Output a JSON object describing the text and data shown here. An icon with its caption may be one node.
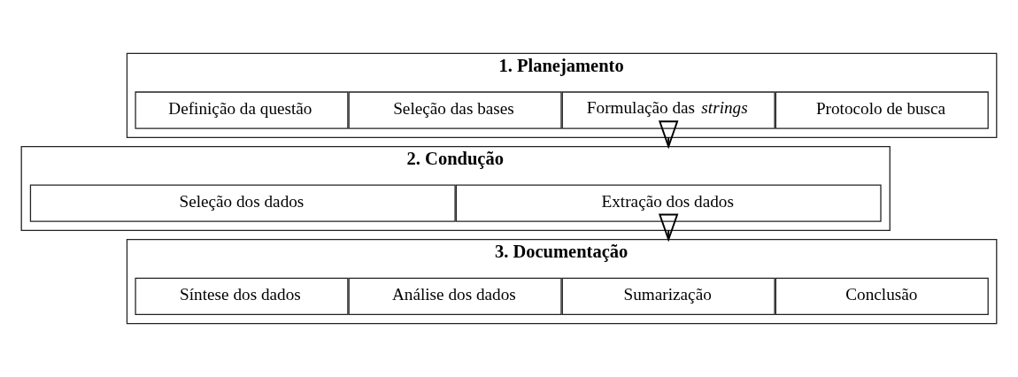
{
  "diagram": {
    "nodes": [
      {
        "text": [
          "1. Planejamento"
        ]
      },
      {
        "text": [
          "Definição da questão"
        ],
        "in": 0
      },
      {
        "text": [
          "Seleção das bases"
        ],
        "in": 0
      },
      {
        "text": [
          "Formulação das *strings*"
        ],
        "in": 0
      },
      {
        "text": [
          "Protocolo de busca"
        ],
        "in": 0
      },
      {
        "text": [
          "2. Condução"
        ]
      },
      {
        "text": [
          "Seleção dos dados"
        ],
        "in": 5
      },
      {
        "text": [
          "Extração dos dados"
        ],
        "in": 5
      },
      {
        "text": [
          "3. Documentação"
        ]
      },
      {
        "text": [
          "Síntese dos dados"
        ],
        "in": 8
      },
      {
        "text": [
          "Análise dos dados"
        ],
        "in": 8
      },
      {
        "text": [
          "Sumarização"
        ],
        "in": 8
      },
      {
        "text": [
          "Conclusão"
        ],
        "in": 8
      }
    ],
    "edges": [
      {
        "from": 0,
        "to": 5,
        "arrow": "to"
      },
      {
        "from": 5,
        "to": 8,
        "arrow": "to"
      }
    ]
  }
}
